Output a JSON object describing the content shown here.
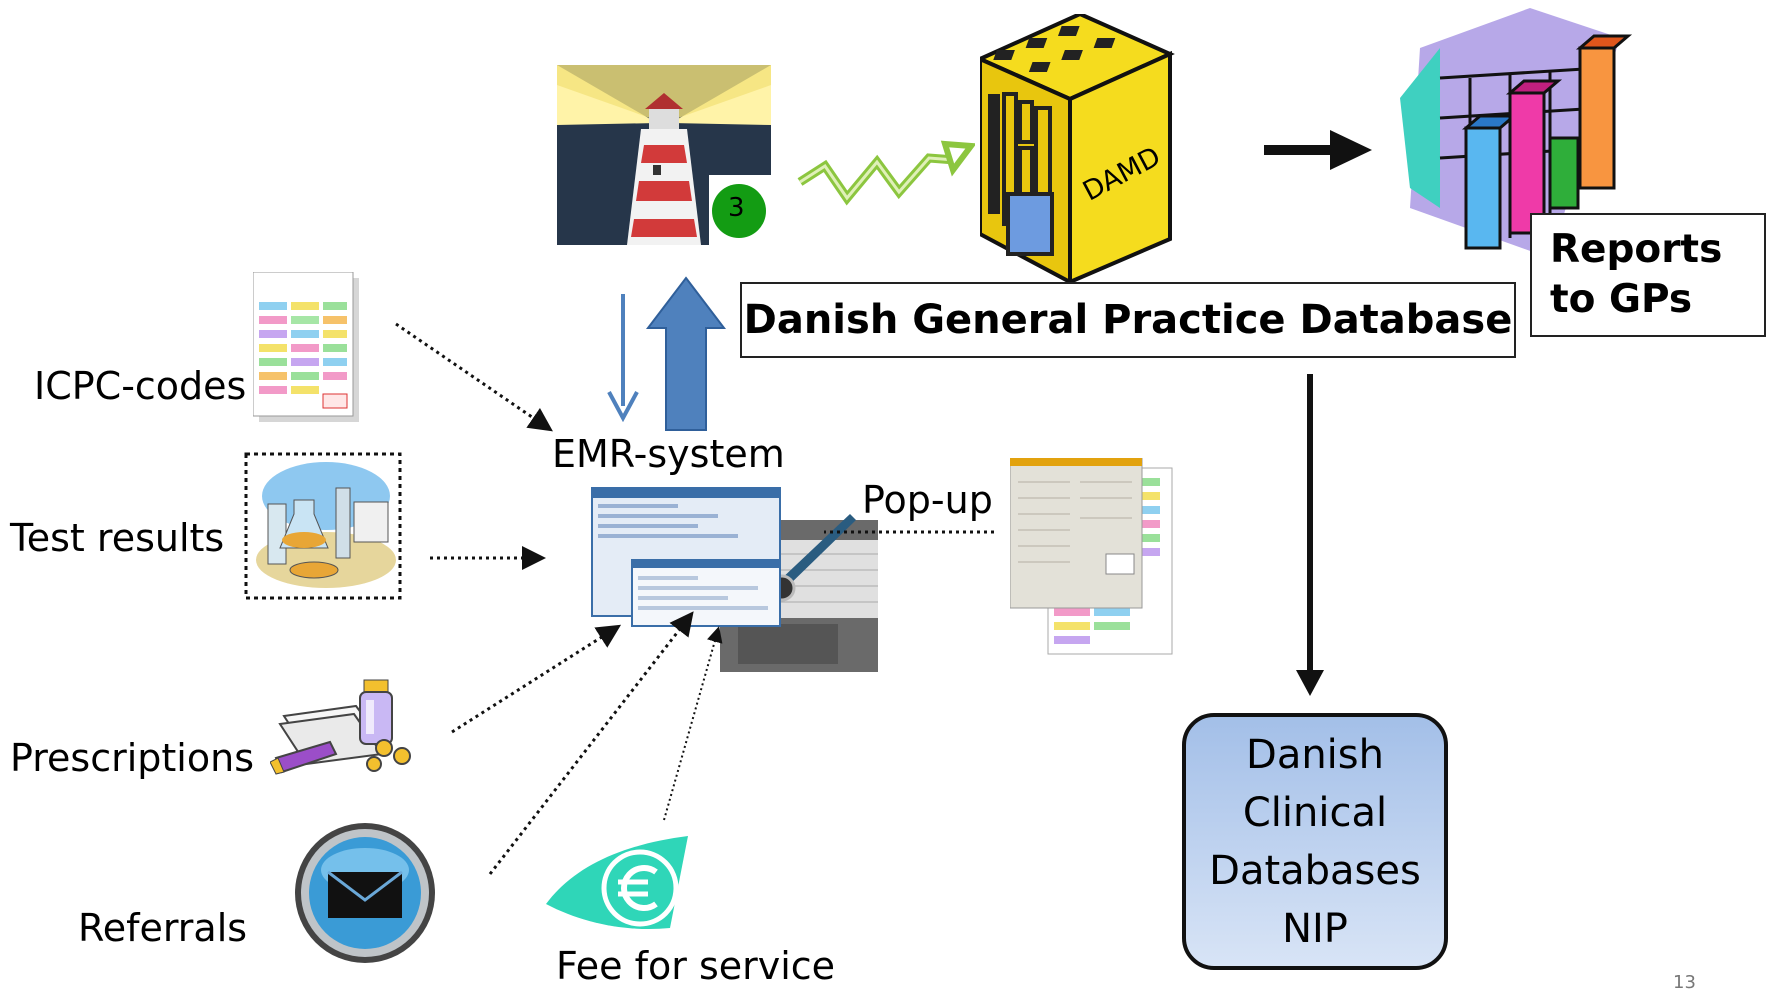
{
  "labels": {
    "icpc": "ICPC-codes",
    "test_results": "Test results",
    "prescriptions": "Prescriptions",
    "referrals": "Referrals",
    "emr": "EMR-system",
    "popup": "Pop-up",
    "fee": "Fee for service",
    "damd": "DAMD",
    "badge": "3"
  },
  "database_title": "Danish General Practice Database",
  "reports": {
    "line1": "Reports",
    "line2": "to GPs"
  },
  "clinical": {
    "line1": "Danish",
    "line2": "Clinical",
    "line3": "Databases",
    "line4": "NIP"
  },
  "page_number": "13",
  "colors": {
    "blue_arrow": "#4f81bd",
    "box_fill": "#b8cdee",
    "damd_yellow": "#f5dc1e",
    "zigzag_green": "#8cc63f"
  }
}
